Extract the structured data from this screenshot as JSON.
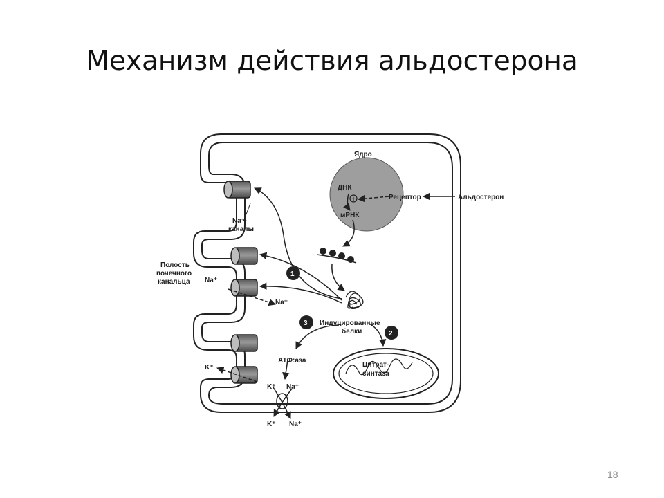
{
  "slide": {
    "title": "Механизм действия альдостерона",
    "page_number": "18"
  },
  "diagram": {
    "labels": {
      "nucleus": "Ядро",
      "dna": "ДНК",
      "receptor": "Рецептор",
      "aldosterone": "Альдостерон",
      "mrna": "мРНК",
      "na_channels_1": "Na⁺-",
      "na_channels_2": "каналы",
      "lumen_1": "Полость",
      "lumen_2": "почечного",
      "lumen_3": "канальца",
      "na_in": "Na⁺",
      "na_out": "Na⁺",
      "induced_1": "Индуцированные",
      "induced_2": "белки",
      "atpase": "АТФ:аза",
      "citrate_1": "Цитрат-",
      "citrate_2": "синтаза",
      "k_lumen": "K⁺",
      "k_pump_top": "K⁺",
      "na_pump_top": "Na⁺",
      "k_pump_bottom": "K⁺",
      "na_pump_bottom": "Na⁺",
      "plus": "+"
    },
    "steps": [
      "1",
      "2",
      "3"
    ]
  }
}
